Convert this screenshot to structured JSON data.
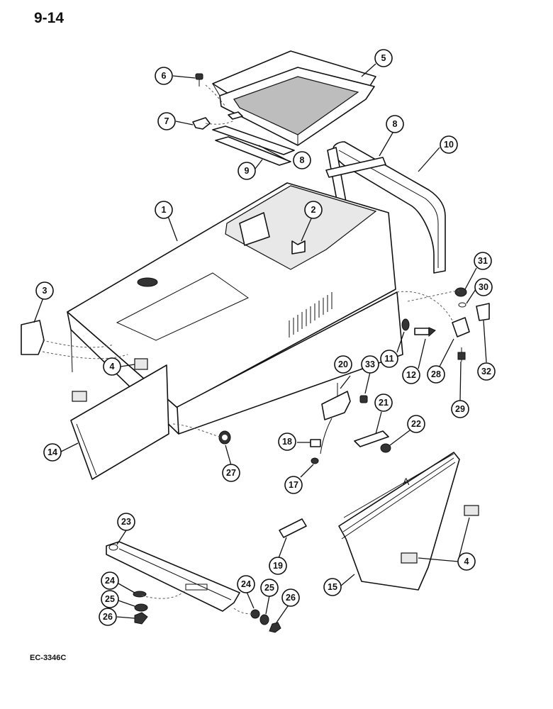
{
  "header": {
    "page_number": "9-14"
  },
  "footer": {
    "figure_code": "EC-3346C"
  },
  "dimension_label": "A",
  "callouts": [
    {
      "id": "c5",
      "label": "5"
    },
    {
      "id": "c6",
      "label": "6"
    },
    {
      "id": "c7",
      "label": "7"
    },
    {
      "id": "c8a",
      "label": "8"
    },
    {
      "id": "c8b",
      "label": "8"
    },
    {
      "id": "c9",
      "label": "9"
    },
    {
      "id": "c10",
      "label": "10"
    },
    {
      "id": "c1",
      "label": "1"
    },
    {
      "id": "c2",
      "label": "2"
    },
    {
      "id": "c3",
      "label": "3"
    },
    {
      "id": "c31",
      "label": "31"
    },
    {
      "id": "c30",
      "label": "30"
    },
    {
      "id": "c11",
      "label": "11"
    },
    {
      "id": "c12",
      "label": "12"
    },
    {
      "id": "c28",
      "label": "28"
    },
    {
      "id": "c32",
      "label": "32"
    },
    {
      "id": "c4a",
      "label": "4"
    },
    {
      "id": "c20",
      "label": "20"
    },
    {
      "id": "c33",
      "label": "33"
    },
    {
      "id": "c29",
      "label": "29"
    },
    {
      "id": "c21",
      "label": "21"
    },
    {
      "id": "c22",
      "label": "22"
    },
    {
      "id": "c14",
      "label": "14"
    },
    {
      "id": "c18",
      "label": "18"
    },
    {
      "id": "c27",
      "label": "27"
    },
    {
      "id": "c17",
      "label": "17"
    },
    {
      "id": "c23",
      "label": "23"
    },
    {
      "id": "c19",
      "label": "19"
    },
    {
      "id": "c4b",
      "label": "4"
    },
    {
      "id": "c24a",
      "label": "24"
    },
    {
      "id": "c24b",
      "label": "24"
    },
    {
      "id": "c25a",
      "label": "25"
    },
    {
      "id": "c25b",
      "label": "25"
    },
    {
      "id": "c26a",
      "label": "26"
    },
    {
      "id": "c26b",
      "label": "26"
    },
    {
      "id": "c15",
      "label": "15"
    }
  ]
}
